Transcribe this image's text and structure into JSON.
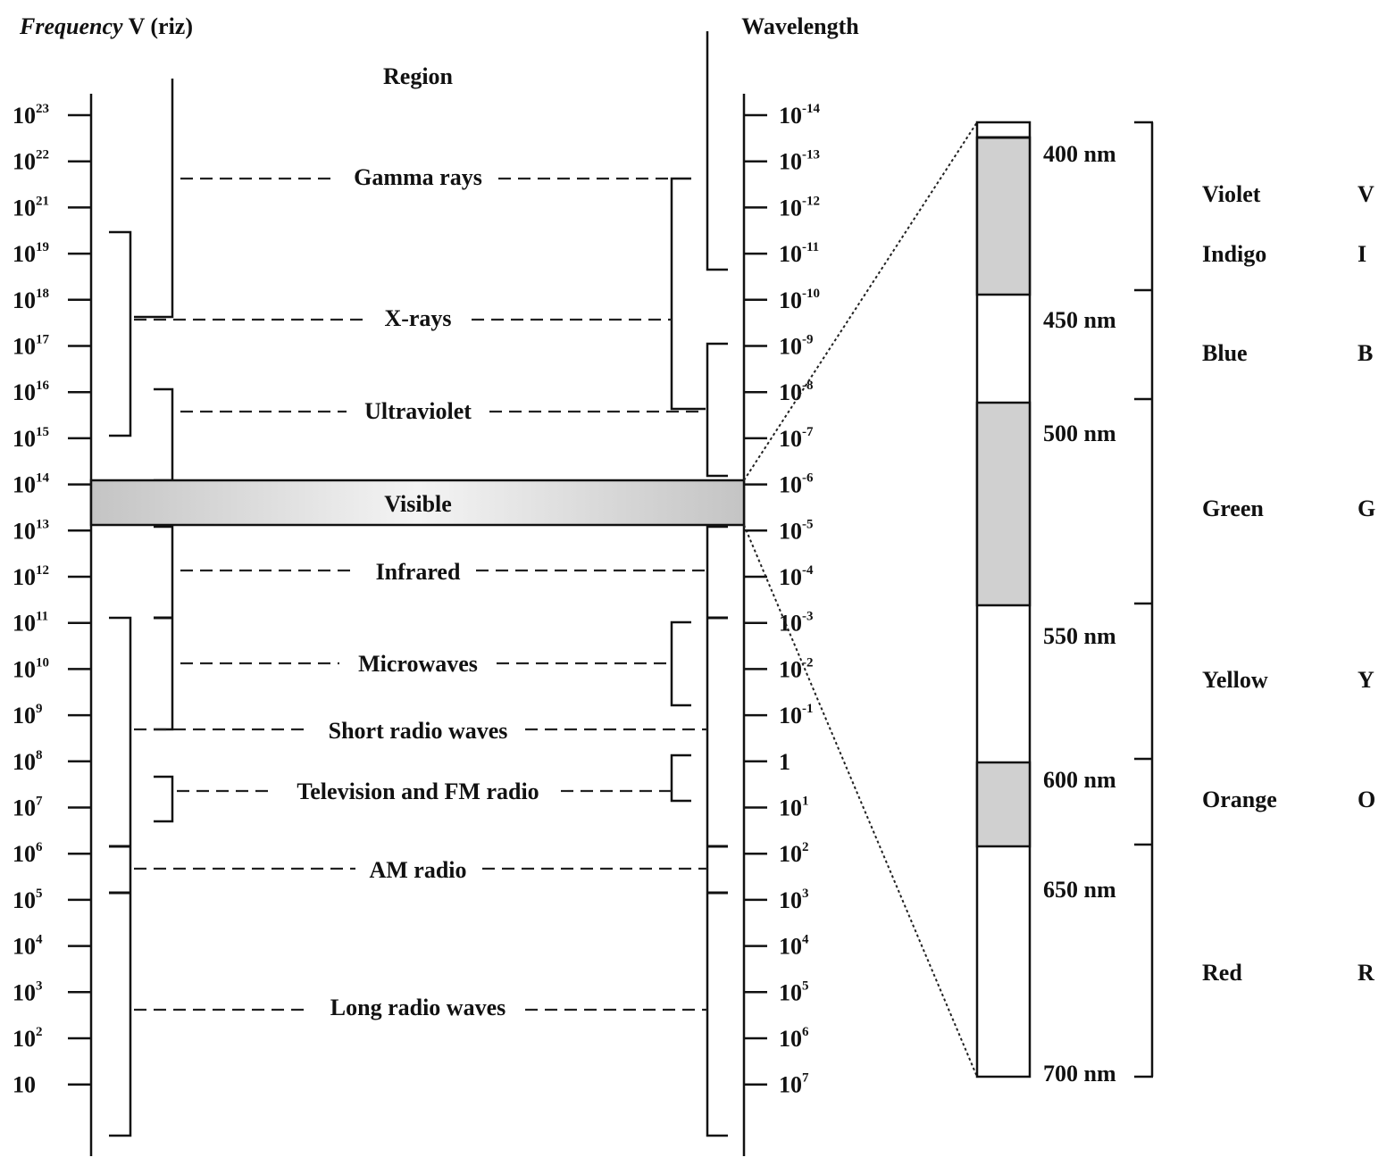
{
  "headers": {
    "frequency_italic": "Frequency",
    "frequency_rest": " V (riz)",
    "region": "Region",
    "wavelength": "Wavelength"
  },
  "frequency_ticks": [
    {
      "base": "10",
      "exp": "23"
    },
    {
      "base": "10",
      "exp": "22"
    },
    {
      "base": "10",
      "exp": "21"
    },
    {
      "base": "10",
      "exp": "19"
    },
    {
      "base": "10",
      "exp": "18"
    },
    {
      "base": "10",
      "exp": "17"
    },
    {
      "base": "10",
      "exp": "16"
    },
    {
      "base": "10",
      "exp": "15"
    },
    {
      "base": "10",
      "exp": "14"
    },
    {
      "base": "10",
      "exp": "13"
    },
    {
      "base": "10",
      "exp": "12"
    },
    {
      "base": "10",
      "exp": "11"
    },
    {
      "base": "10",
      "exp": "10"
    },
    {
      "base": "10",
      "exp": "9"
    },
    {
      "base": "10",
      "exp": "8"
    },
    {
      "base": "10",
      "exp": "7"
    },
    {
      "base": "10",
      "exp": "6"
    },
    {
      "base": "10",
      "exp": "5"
    },
    {
      "base": "10",
      "exp": "4"
    },
    {
      "base": "10",
      "exp": "3"
    },
    {
      "base": "10",
      "exp": "2"
    },
    {
      "base": "10",
      "exp": ""
    }
  ],
  "wavelength_ticks": [
    {
      "base": "10",
      "exp": "-14"
    },
    {
      "base": "10",
      "exp": "-13"
    },
    {
      "base": "10",
      "exp": "-12"
    },
    {
      "base": "10",
      "exp": "-11"
    },
    {
      "base": "10",
      "exp": "-10"
    },
    {
      "base": "10",
      "exp": "-9"
    },
    {
      "base": "10",
      "exp": "-8"
    },
    {
      "base": "10",
      "exp": "-7"
    },
    {
      "base": "10",
      "exp": "-6"
    },
    {
      "base": "10",
      "exp": "-5"
    },
    {
      "base": "10",
      "exp": "-4"
    },
    {
      "base": "10",
      "exp": "-3"
    },
    {
      "base": "10",
      "exp": "-2"
    },
    {
      "base": "10",
      "exp": "-1"
    },
    {
      "base": "1",
      "exp": ""
    },
    {
      "base": "10",
      "exp": "1"
    },
    {
      "base": "10",
      "exp": "2"
    },
    {
      "base": "10",
      "exp": "3"
    },
    {
      "base": "10",
      "exp": "4"
    },
    {
      "base": "10",
      "exp": "5"
    },
    {
      "base": "10",
      "exp": "6"
    },
    {
      "base": "10",
      "exp": "7"
    }
  ],
  "regions": [
    "Gamma rays",
    "X-rays",
    "Ultraviolet",
    "Visible",
    "Infrared",
    "Microwaves",
    "Short radio waves",
    "Television and FM radio",
    "AM radio",
    "Long radio waves"
  ],
  "visible_band_color": "#c8c8c8",
  "nm_labels": [
    "400 nm",
    "450 nm",
    "500 nm",
    "550 nm",
    "600 nm",
    "650 nm",
    "700 nm"
  ],
  "colors": [
    {
      "name": "Violet",
      "letter": "V"
    },
    {
      "name": "Indigo",
      "letter": "I"
    },
    {
      "name": "Blue",
      "letter": "B"
    },
    {
      "name": "Green",
      "letter": "G"
    },
    {
      "name": "Yellow",
      "letter": "Y"
    },
    {
      "name": "Orange",
      "letter": "O"
    },
    {
      "name": "Red",
      "letter": "R"
    }
  ],
  "strip_shade": "#d0d0d0"
}
